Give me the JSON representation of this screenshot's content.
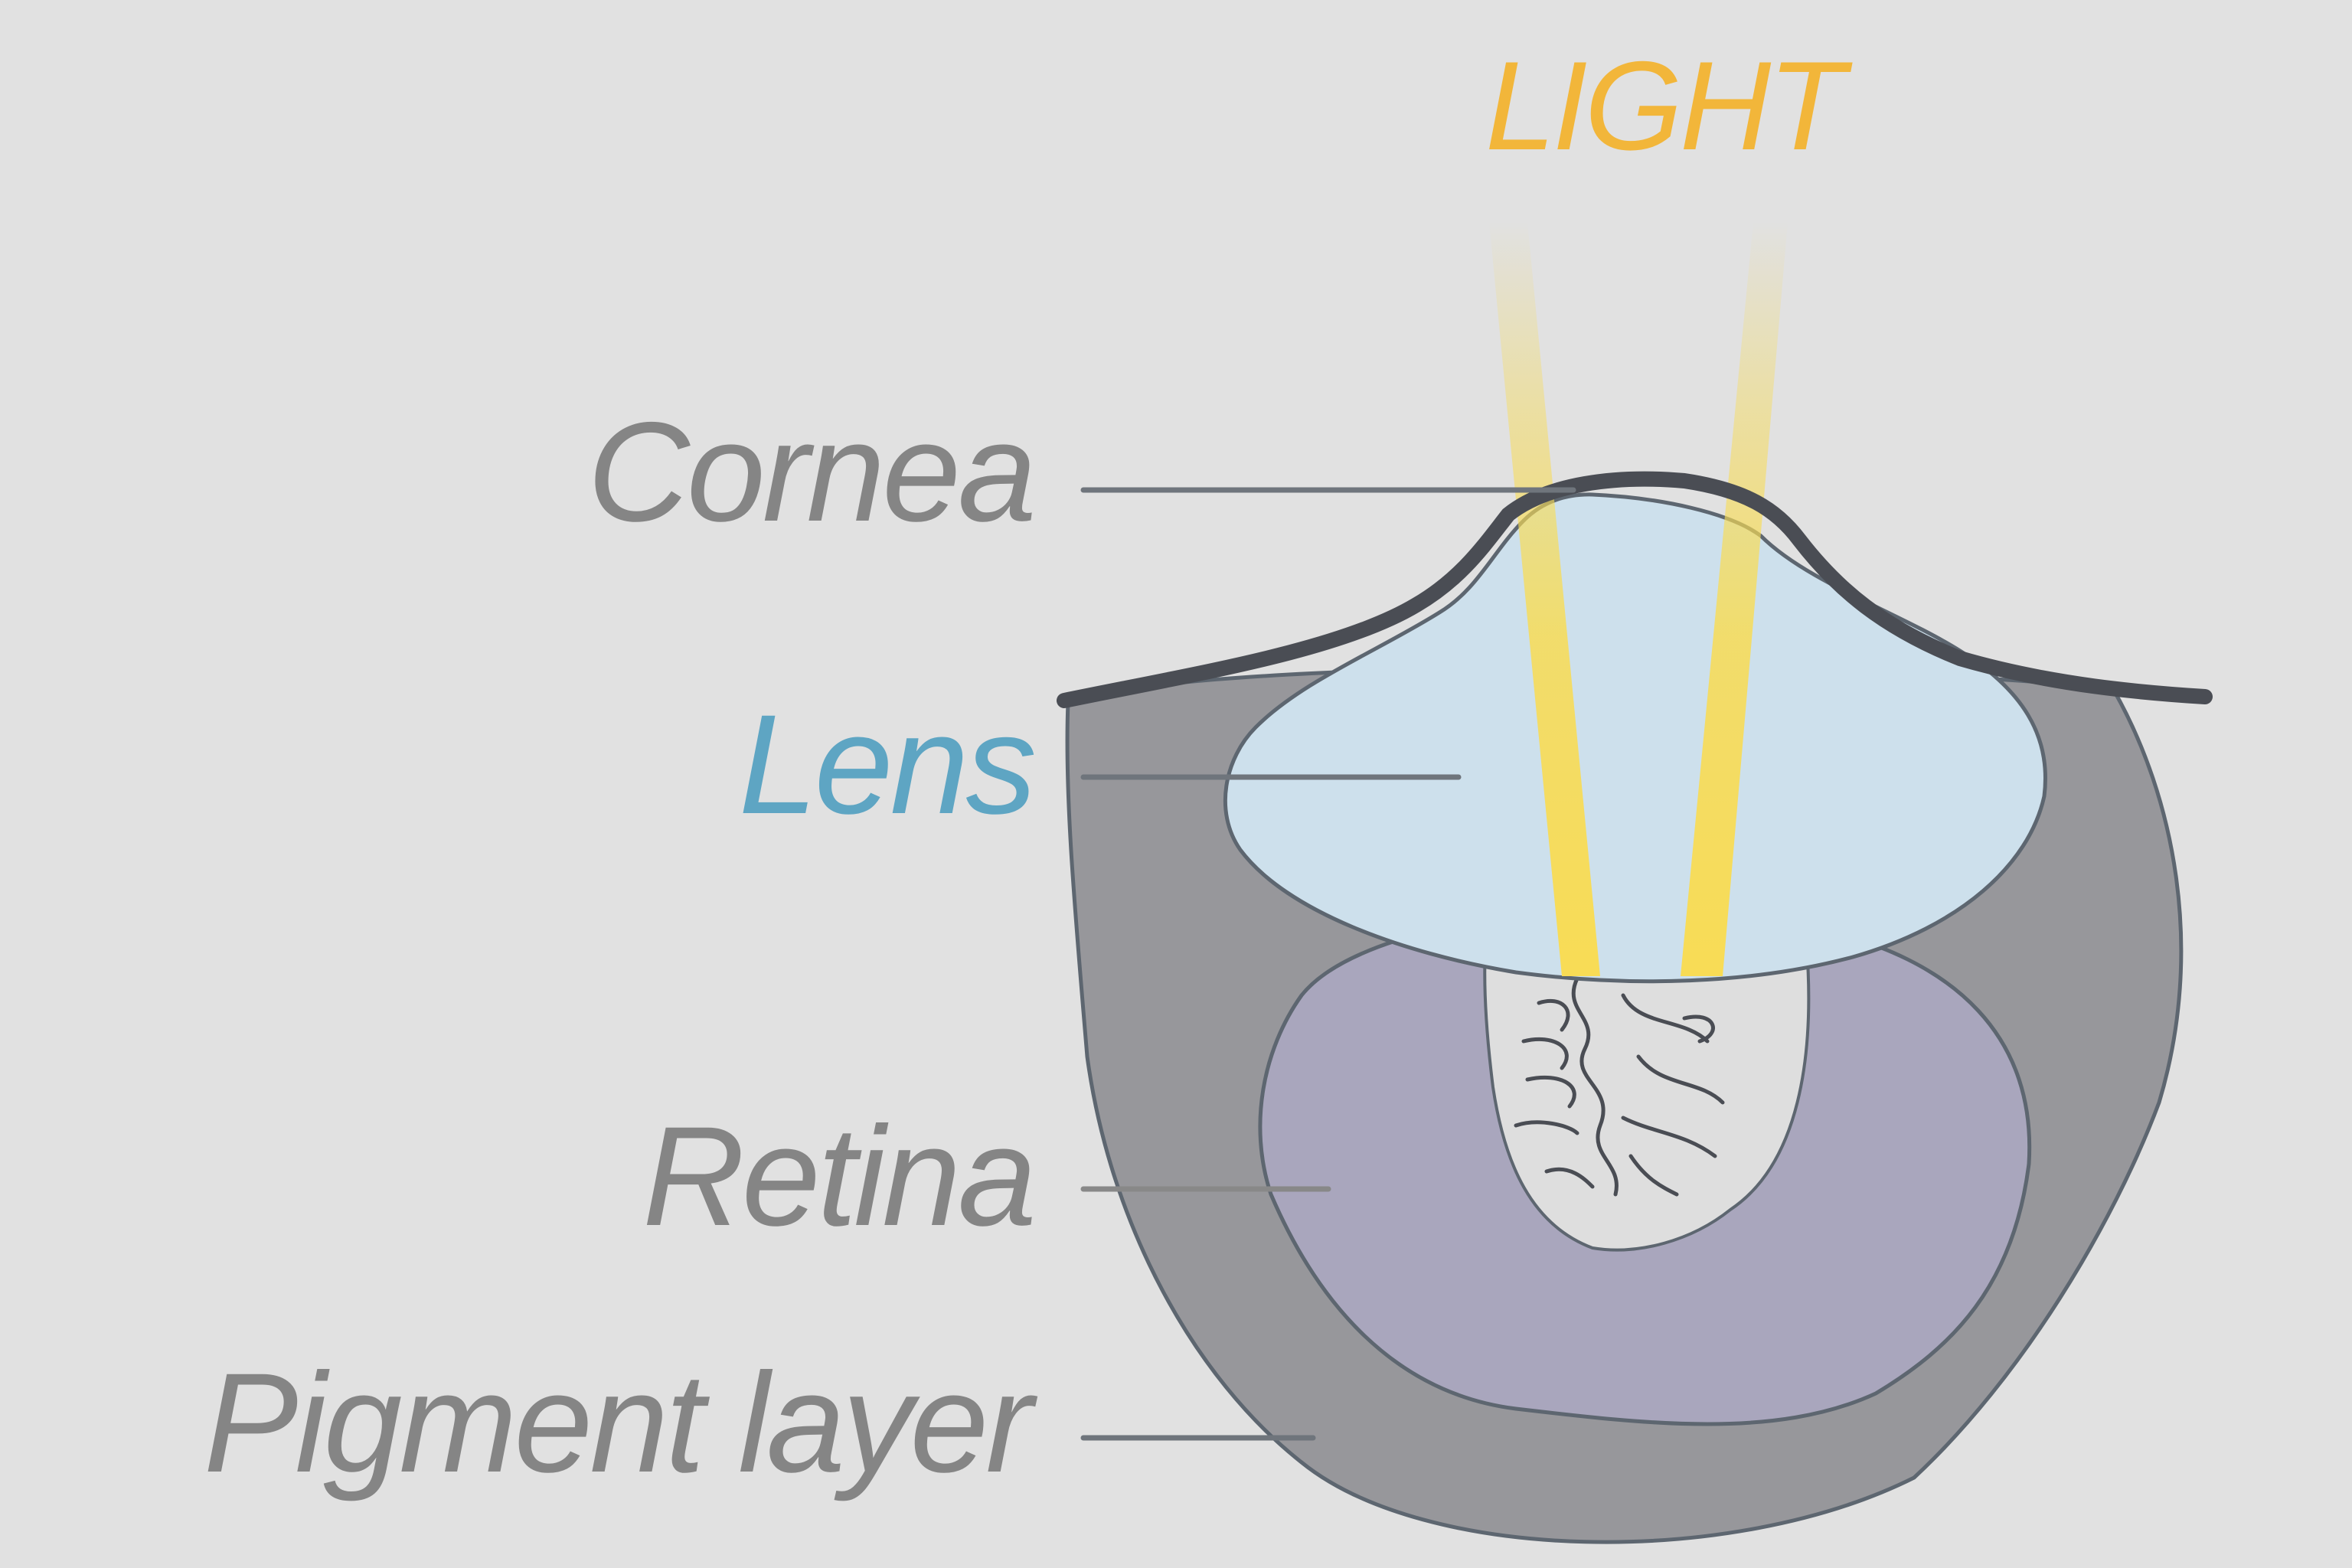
{
  "labels": {
    "light": "LIGHT",
    "cornea": "Cornea",
    "lens": "Lens",
    "retina": "Retina",
    "pigment_layer": "Pigment layer"
  },
  "colors": {
    "background": "#e1e1e1",
    "light_label": "#f2b63a",
    "light_beam": "#f8dc55",
    "lens_label": "#5ea5c3",
    "lens_fill": "#cde0ec",
    "gray_label": "#858585",
    "pigment_fill": "#97979b",
    "retina_fill": "#a9a6bd",
    "cavity_fill": "#dedede",
    "outline": "#5d6670",
    "cornea_outline": "#4a4d54",
    "leader_line": "#6f757c"
  }
}
